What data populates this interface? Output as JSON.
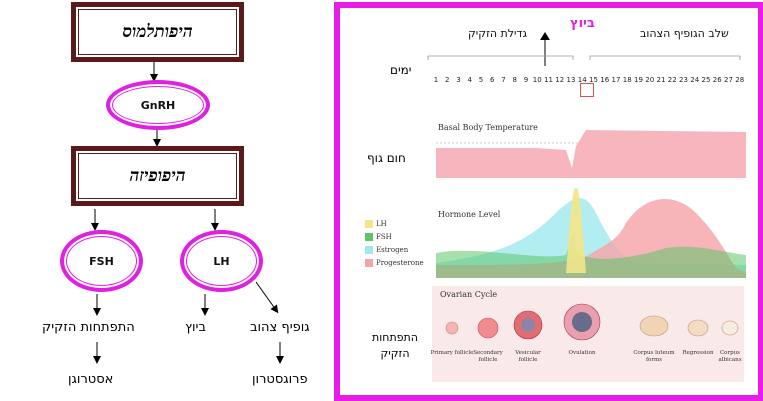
{
  "left": {
    "hypothalamus": "היפותלמוס",
    "gnrh": "GnRH",
    "pituitary": "היפופיזה",
    "fsh": "FSH",
    "lh": "LH",
    "follicle_dev": "התפתחות הזקיק",
    "ovulation": "ביוץ",
    "corpus_luteum": "גופיף צהוב",
    "estrogen": "אסטרוגן",
    "progesterone": "פרוגסטרון"
  },
  "right": {
    "ovulation_title": "ביוץ",
    "follicle_growth": "גדילת הזקיק",
    "luteal_phase": "שלב הגופיף הצהוב",
    "days_label": "ימים",
    "body_temp_label": "חום גוף",
    "follicle_dev_label": "התפתחות הזקיק",
    "days": [
      "1",
      "2",
      "3",
      "4",
      "5",
      "6",
      "7",
      "8",
      "9",
      "10",
      "11",
      "12",
      "13",
      "14",
      "15",
      "16",
      "17",
      "18",
      "19",
      "20",
      "21",
      "22",
      "23",
      "24",
      "25",
      "26",
      "27",
      "28"
    ],
    "bbt_title": "Basal Body Temperature",
    "hormone_title": "Hormone Level",
    "legend": [
      {
        "name": "LH",
        "color": "#f3e58a"
      },
      {
        "name": "FSH",
        "color": "#5ec46a"
      },
      {
        "name": "Estrogen",
        "color": "#9fe8ee"
      },
      {
        "name": "Progesterone",
        "color": "#f5a3a8"
      }
    ],
    "ovarian_title": "Ovarian Cycle",
    "stages": [
      "Primary follicle",
      "Secondary follicle",
      "Vesicular follicle",
      "Ovulation",
      "Corpus luteum forms",
      "Regression",
      "Corpus albicans"
    ]
  }
}
